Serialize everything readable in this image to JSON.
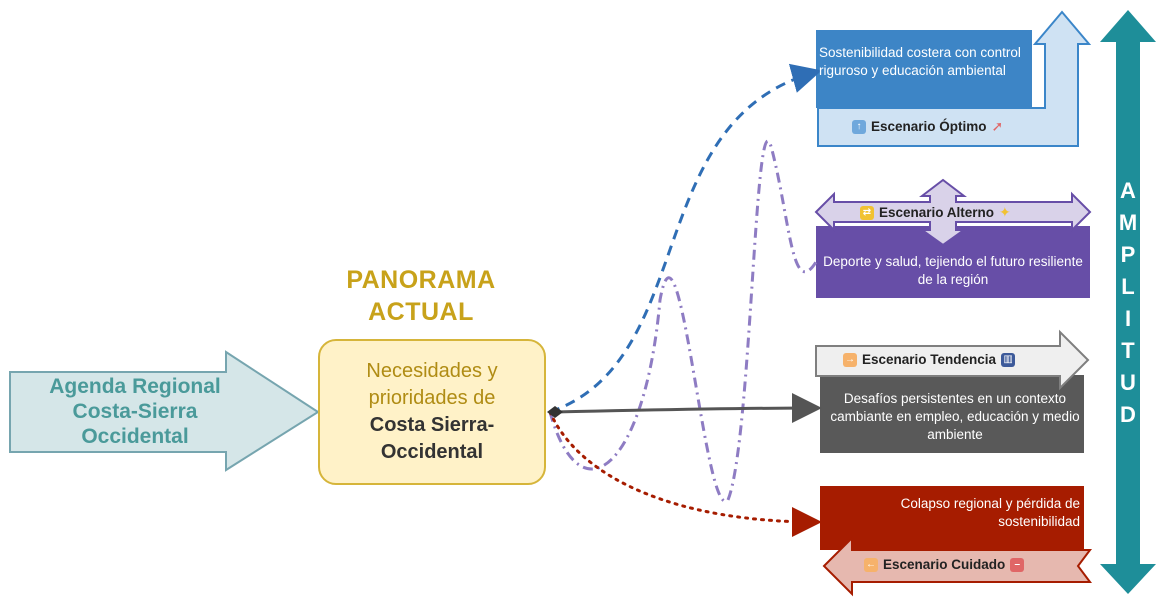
{
  "left": {
    "agenda_title": "Agenda Regional Costa-Sierra Occidental",
    "panorama_title": "PANORAMA ACTUAL",
    "needs_text": "Necesidades y prioridades de",
    "needs_bold": "Costa Sierra-Occidental"
  },
  "scenarios": {
    "optimo": {
      "text": "Sostenibilidad costera con control riguroso y educación ambiental",
      "label": "Escenario Óptimo",
      "icon": "up-arrow-icon",
      "emoji": "rocket-icon"
    },
    "alterno": {
      "text": "Deporte y salud, tejiendo el futuro resiliente de la región",
      "label": "Escenario Alterno",
      "icon": "shuffle-icon",
      "emoji": "sparkles-icon"
    },
    "tendencia": {
      "text": "Desafíos persistentes en un contexto cambiante en empleo, educación y medio ambiente",
      "label": "Escenario Tendencia",
      "icon": "right-arrow-icon",
      "emoji": "chart-icon"
    },
    "cuidado": {
      "text": "Colapso regional y pérdida de sostenibilidad",
      "label": "Escenario Cuidado",
      "icon": "left-arrow-icon",
      "emoji": "no-entry-icon"
    }
  },
  "amplitud": [
    "A",
    "M",
    "P",
    "L",
    "I",
    "T",
    "U",
    "D"
  ],
  "colors": {
    "teal": "#1e8e99",
    "optimo_blue": "#3b86c9",
    "optimo_light": "#cfe2f3",
    "alterno_purple": "#6a4db0",
    "alterno_light": "#d9d2e9",
    "tendencia_dark": "#595959",
    "cuidado_red": "#a61c00",
    "cuidado_light": "#e6b8af"
  }
}
